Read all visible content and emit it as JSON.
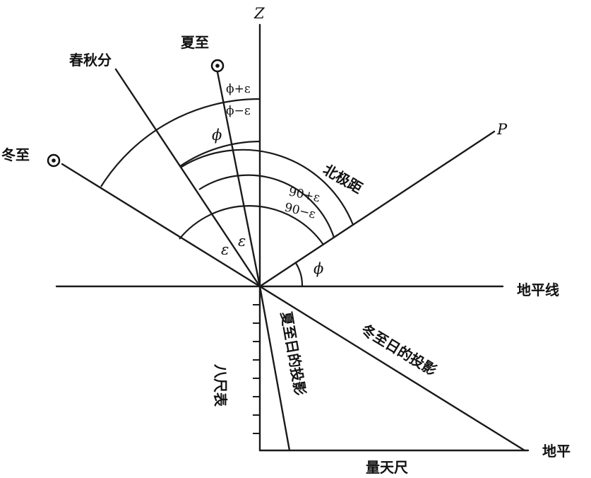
{
  "labels": {
    "zenith": "Z",
    "pole": "P",
    "equinox": "春秋分",
    "summer_solstice": "夏至",
    "winter_solstice": "冬至",
    "north_polar_distance": "北极距",
    "horizon_line": "地平线",
    "ground": "地平",
    "gnomon": "八尺表",
    "scale": "量天尺",
    "summer_shadow": "夏至日的投影",
    "winter_shadow": "冬至日的投影"
  },
  "angles": {
    "phi_plus_eps": "ϕ+ε",
    "phi_minus_eps": "ϕ−ε",
    "phi_upper": "ϕ",
    "ninety_plus_eps": "90+ε",
    "ninety_minus_eps": "90−ε",
    "eps_left": "ε",
    "eps_right": "ε",
    "phi_lower": "ϕ"
  },
  "colors": {
    "ink": "#1a1a1a",
    "paper": "#ffffff"
  }
}
